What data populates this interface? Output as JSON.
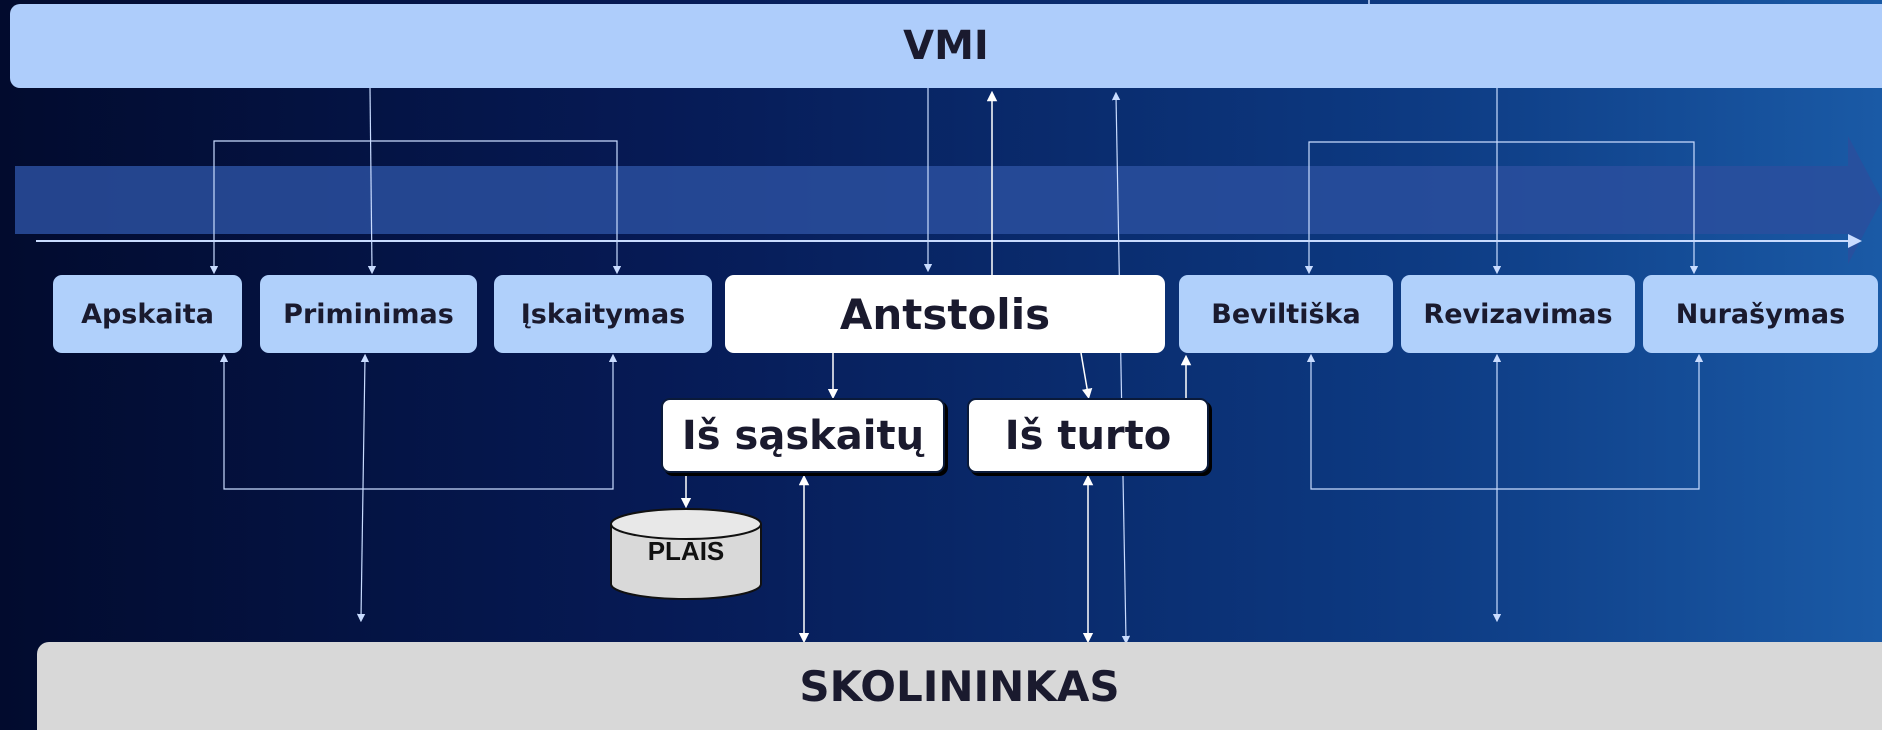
{
  "top_bar": "VMI",
  "bottom_bar": "SKOLININKAS",
  "stages": [
    "Apskaita",
    "Priminimas",
    "Įskaitymas",
    "Antstolis",
    "Beviltiška",
    "Revizavimas",
    "Nurašymas"
  ],
  "sub_stages": [
    "Iš sąskaitų",
    "Iš turto"
  ],
  "database": "PLAIS",
  "colors": {
    "top_bar": "#aecdfb",
    "step_box": "#b0d0fb",
    "bottom_bar": "#d8d8d8",
    "arrow_band": "#2a4f9e",
    "connector": "#c9dcff"
  }
}
